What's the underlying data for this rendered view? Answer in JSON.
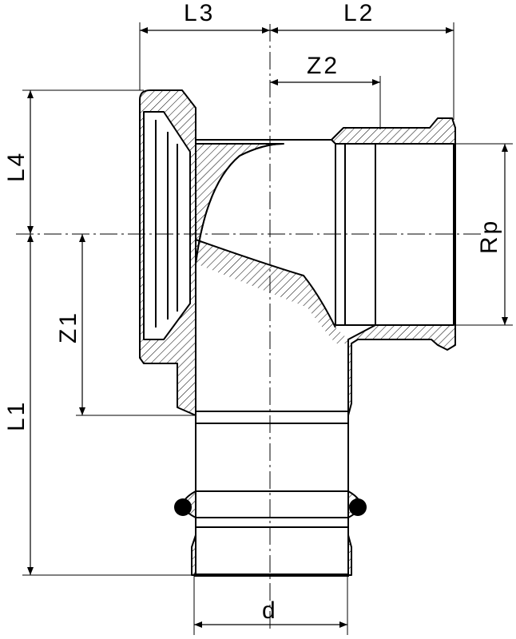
{
  "drawing": {
    "title": "Tee fitting with female thread",
    "labels": {
      "L3": "L3",
      "L2": "L2",
      "Z2": "Z2",
      "L4": "L4",
      "Rp": "Rp",
      "Z1": "Z1",
      "L1": "L1",
      "d": "d"
    },
    "colors": {
      "line": "#000000",
      "background": "#ffffff"
    }
  }
}
